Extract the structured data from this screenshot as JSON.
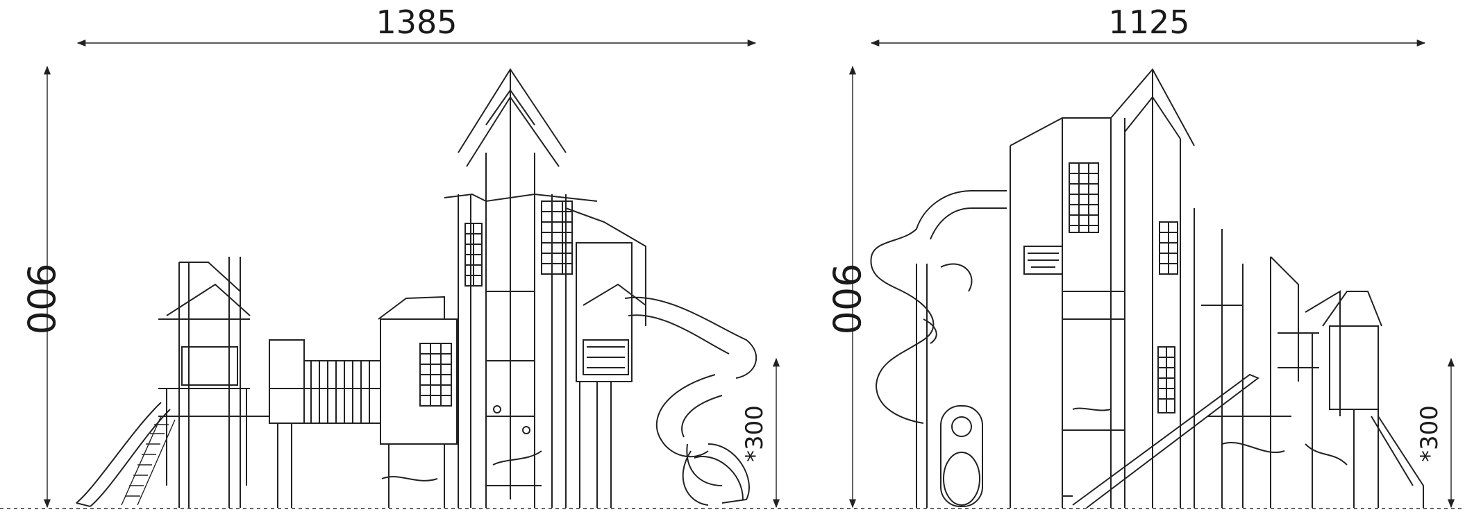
{
  "views": [
    {
      "width_label": "1385",
      "height_label": "900",
      "fall_height_label": "*300"
    },
    {
      "width_label": "1125",
      "height_label": "900",
      "fall_height_label": "*300"
    }
  ]
}
